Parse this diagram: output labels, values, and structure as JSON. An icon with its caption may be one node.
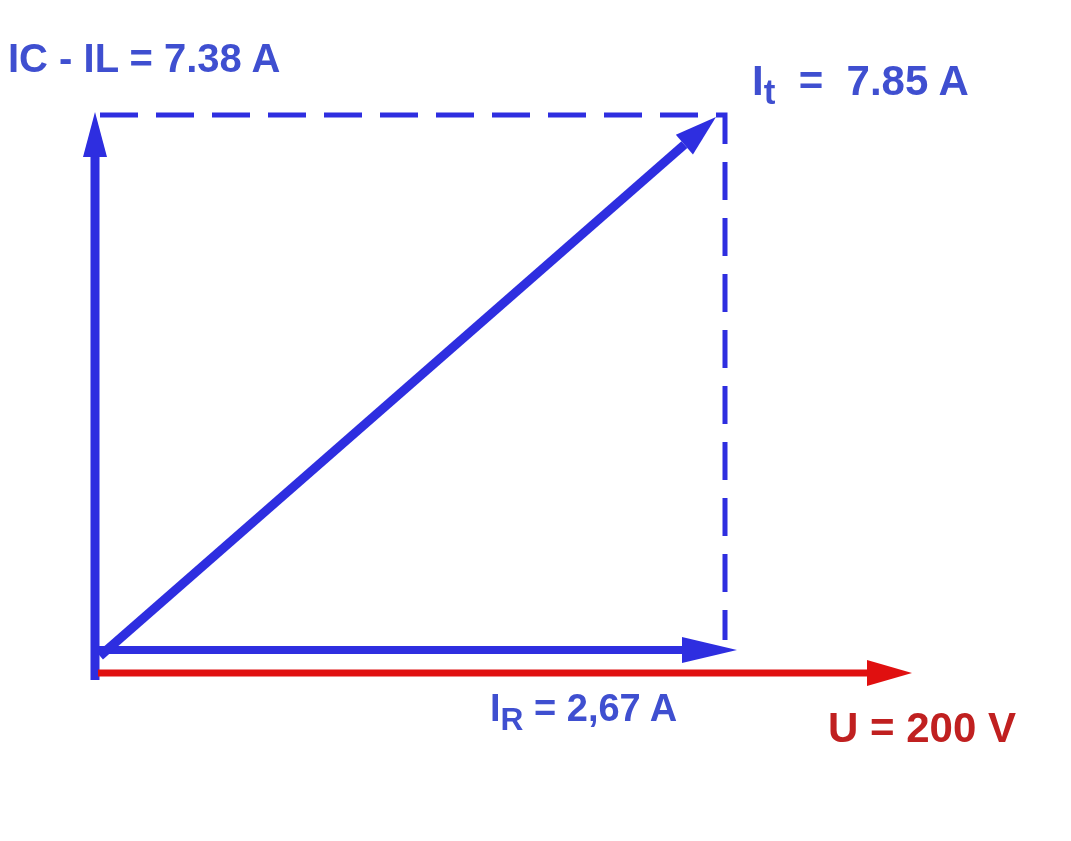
{
  "diagram": {
    "labels": [
      "IC - IL = 7.38 A",
      "I$_{t}$  =  7.85 A",
      "I$_{R}$ = 2,67 A",
      "U = 200 V"
    ]
  }
}
